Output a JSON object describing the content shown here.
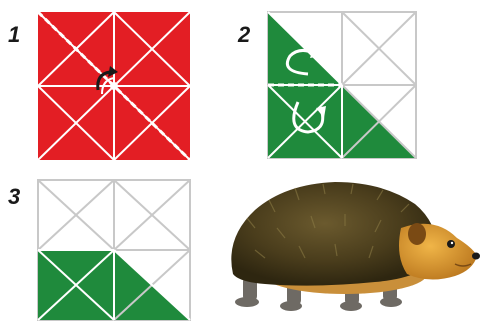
{
  "steps": [
    {
      "label": "1"
    },
    {
      "label": "2"
    },
    {
      "label": "3"
    }
  ],
  "colors": {
    "red": "#e31e24",
    "green": "#1f8a3c",
    "crease": "#ffffff",
    "outline": "#c8c8c8",
    "blank": "#ffffff",
    "ink": "#1a1a1a"
  },
  "icons": {
    "fold_arrow": "curved-fold-arrow-icon",
    "rotate_arrows": "rotate-arrows-icon",
    "animal": "hedgehog-illustration"
  }
}
